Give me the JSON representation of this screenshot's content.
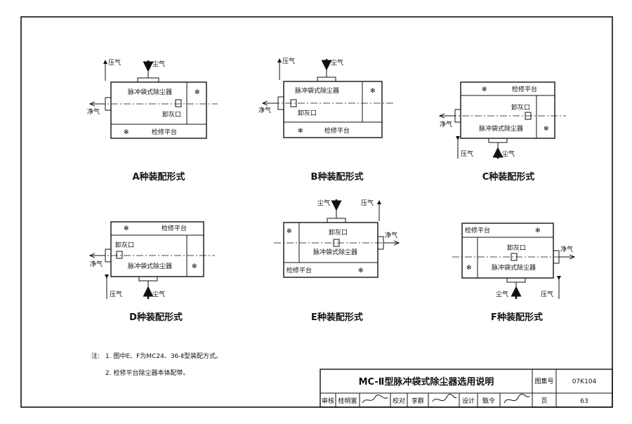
{
  "common": {
    "dust_gas": "尘气",
    "compressed_air": "压气",
    "clean_gas": "净气",
    "collector": "脉冲袋式除尘器",
    "ash_outlet": "卸灰口",
    "platform": "检修平台"
  },
  "diagrams": [
    {
      "id": "A",
      "caption": "A种装配形式"
    },
    {
      "id": "B",
      "caption": "B种装配形式"
    },
    {
      "id": "C",
      "caption": "C种装配形式"
    },
    {
      "id": "D",
      "caption": "D种装配形式"
    },
    {
      "id": "E",
      "caption": "E种装配形式"
    },
    {
      "id": "F",
      "caption": "F种装配形式"
    }
  ],
  "notes": {
    "prefix": "注:",
    "items": [
      "1. 图中E、F为MC24、36-Ⅱ型装配方式。",
      "2. 检修平台除尘器本体配带。"
    ]
  },
  "title_block": {
    "title": "MC-Ⅱ型脉冲袋式除尘器选用说明",
    "atlas_label": "图集号",
    "atlas_no": "07K104",
    "review_label": "审核",
    "reviewer": "桂明富",
    "check_label": "校对",
    "checker": "李群",
    "design_label": "设计",
    "designer": "甄令",
    "page_label": "页",
    "page_no": "63"
  }
}
